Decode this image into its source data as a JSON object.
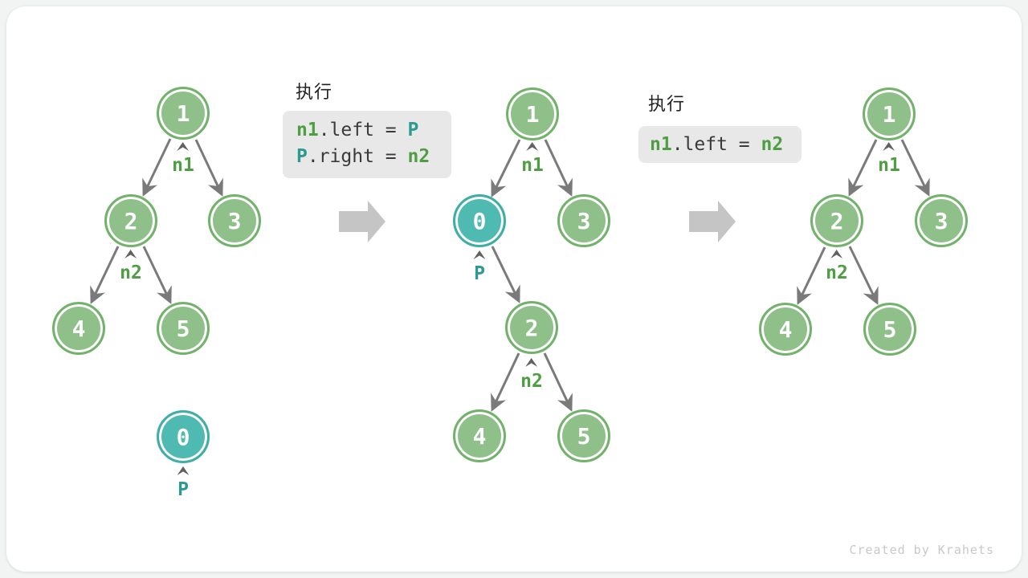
{
  "watermark": "Created by Krahets",
  "colors": {
    "node_green_fill": "#8fc08a",
    "node_green_border": "#72b26b",
    "node_teal_fill": "#4fbab1",
    "node_teal_border": "#3fafa5",
    "label_green": "#4f9e43",
    "label_teal": "#2d9a91",
    "code_bg": "#e8e8e8",
    "code_plain": "#3a3a3a",
    "edge_gray": "#7a7a7a",
    "block_arrow_gray": "#c5c5c5"
  },
  "steps": [
    {
      "heading": "执行",
      "code_lines": [
        {
          "tokens": [
            {
              "text": "n1"
            },
            {
              "text": ".left = "
            },
            {
              "text": "P"
            }
          ]
        },
        {
          "tokens": [
            {
              "text": "P"
            },
            {
              "text": ".right = "
            },
            {
              "text": "n2"
            }
          ]
        }
      ]
    },
    {
      "heading": "执行",
      "code_lines": [
        {
          "tokens": [
            {
              "text": "n1"
            },
            {
              "text": ".left = "
            },
            {
              "text": "n2"
            }
          ]
        }
      ]
    }
  ],
  "trees": [
    {
      "name": "initial-tree",
      "nodes": [
        {
          "value": "1",
          "variant": "green"
        },
        {
          "value": "2",
          "variant": "green"
        },
        {
          "value": "3",
          "variant": "green"
        },
        {
          "value": "4",
          "variant": "green"
        },
        {
          "value": "5",
          "variant": "green"
        },
        {
          "value": "0",
          "variant": "teal"
        }
      ],
      "pointers": [
        {
          "text": "n1",
          "variant": "green"
        },
        {
          "text": "n2",
          "variant": "green"
        },
        {
          "text": "P",
          "variant": "teal"
        }
      ]
    },
    {
      "name": "tree-after-insert-P",
      "nodes": [
        {
          "value": "1",
          "variant": "green"
        },
        {
          "value": "0",
          "variant": "teal"
        },
        {
          "value": "3",
          "variant": "green"
        },
        {
          "value": "2",
          "variant": "green"
        },
        {
          "value": "4",
          "variant": "green"
        },
        {
          "value": "5",
          "variant": "green"
        }
      ],
      "pointers": [
        {
          "text": "n1",
          "variant": "green"
        },
        {
          "text": "P",
          "variant": "teal"
        },
        {
          "text": "n2",
          "variant": "green"
        }
      ]
    },
    {
      "name": "tree-after-remove-P",
      "nodes": [
        {
          "value": "1",
          "variant": "green"
        },
        {
          "value": "2",
          "variant": "green"
        },
        {
          "value": "3",
          "variant": "green"
        },
        {
          "value": "4",
          "variant": "green"
        },
        {
          "value": "5",
          "variant": "green"
        }
      ],
      "pointers": [
        {
          "text": "n1",
          "variant": "green"
        },
        {
          "text": "n2",
          "variant": "green"
        }
      ]
    }
  ]
}
